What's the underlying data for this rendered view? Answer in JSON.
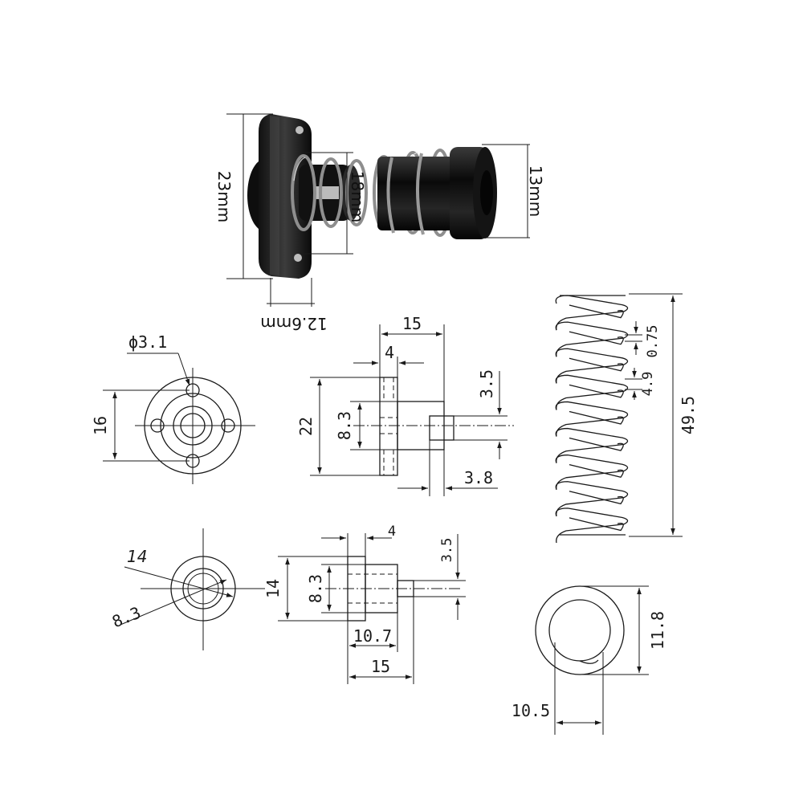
{
  "photo": {
    "height_label": "23mm",
    "spring_label": "18mm",
    "nut_label": "13mm",
    "depth_label": "12.6mm"
  },
  "flange_front": {
    "hole_dia": "ϕ3.1",
    "height": "16"
  },
  "flange_side": {
    "total_width": "15",
    "flange_thk": "4",
    "height": "22",
    "bore": "8.3",
    "step": "3.5",
    "tail": "3.8"
  },
  "nut_front": {
    "outer": "14",
    "inner": "8.3"
  },
  "nut_side": {
    "flange_thk": "4",
    "step": "3.5",
    "height": "14",
    "bore": "8.3",
    "body_len": "10.7",
    "total_len": "15"
  },
  "spring": {
    "wire": "0.75",
    "pitch": "4.9",
    "length": "49.5"
  },
  "spring_end": {
    "outer": "11.8",
    "inner": "10.5"
  },
  "colors": {
    "line": "#1a1a1a",
    "part": "#0d0d0d",
    "background": "#ffffff"
  }
}
